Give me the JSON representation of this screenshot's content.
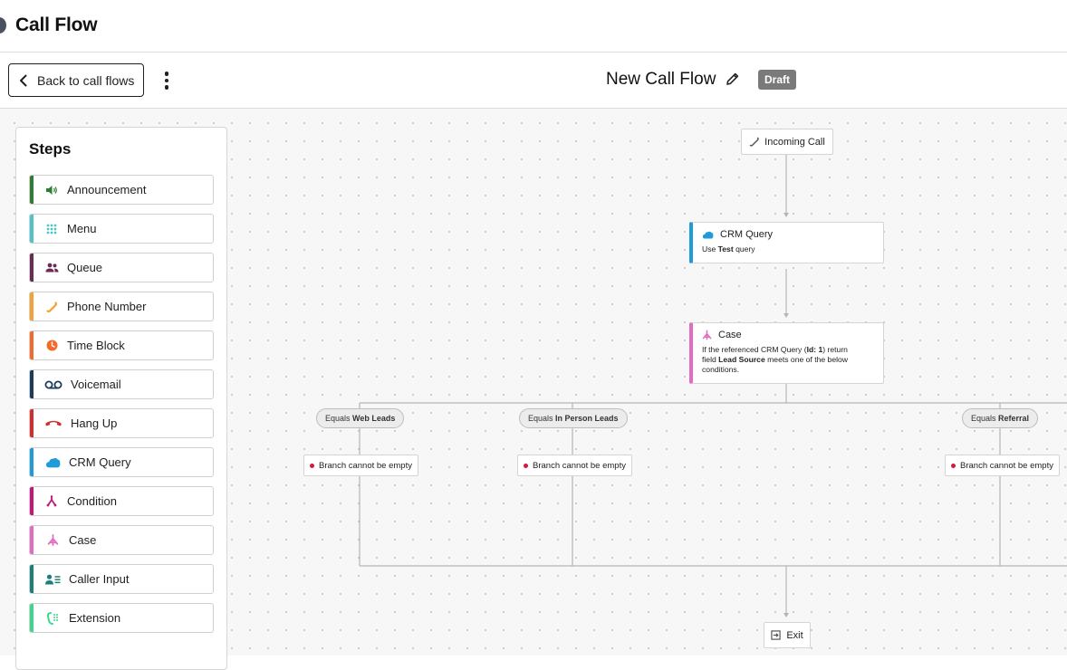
{
  "app": {
    "title": "Call Flow"
  },
  "toolbar": {
    "back_label": "Back to call flows",
    "flow_name": "New Call Flow",
    "status_badge": "Draft"
  },
  "steps_panel": {
    "title": "Steps",
    "items": [
      {
        "label": "Announcement",
        "icon": "speaker-icon",
        "color": "#2e7d32"
      },
      {
        "label": "Menu",
        "icon": "keypad-icon",
        "color": "#4fc3c7"
      },
      {
        "label": "Queue",
        "icon": "people-icon",
        "color": "#6a2c55"
      },
      {
        "label": "Phone Number",
        "icon": "phone-icon",
        "color": "#f4a236"
      },
      {
        "label": "Time Block",
        "icon": "clock-icon",
        "color": "#f26b2c"
      },
      {
        "label": "Voicemail",
        "icon": "voicemail-icon",
        "color": "#1d3c5c"
      },
      {
        "label": "Hang Up",
        "icon": "hangup-icon",
        "color": "#d32f2f"
      },
      {
        "label": "CRM Query",
        "icon": "cloud-icon",
        "color": "#1f9bd7"
      },
      {
        "label": "Condition",
        "icon": "condition-icon",
        "color": "#c2187a"
      },
      {
        "label": "Case",
        "icon": "case-icon",
        "color": "#e26cc1"
      },
      {
        "label": "Caller Input",
        "icon": "caller-input-icon",
        "color": "#1d7f7a"
      },
      {
        "label": "Extension",
        "icon": "extension-icon",
        "color": "#3dd68c"
      }
    ]
  },
  "flow": {
    "incoming": {
      "label": "Incoming Call"
    },
    "crm_query": {
      "title": "CRM Query",
      "text_before": "Use ",
      "text_bold": "Test",
      "text_after": " query",
      "color": "#1f9bd7"
    },
    "case": {
      "title": "Case",
      "line1_before": "If the referenced CRM Query (",
      "line1_bold": "Id: 1",
      "line1_after": ") return",
      "line2_before": "field ",
      "line2_bold": "Lead Source",
      "line2_after": " meets one of the below",
      "line3": "conditions.",
      "color": "#e26cc1"
    },
    "branches": [
      {
        "prefix": "Equals ",
        "value": "Web Leads",
        "error": "Branch cannot be empty"
      },
      {
        "prefix": "Equals ",
        "value": "In Person Leads",
        "error": "Branch cannot be empty"
      },
      {
        "prefix": "Equals ",
        "value": "Referral",
        "error": "Branch cannot be empty"
      }
    ],
    "exit": {
      "label": "Exit"
    }
  }
}
